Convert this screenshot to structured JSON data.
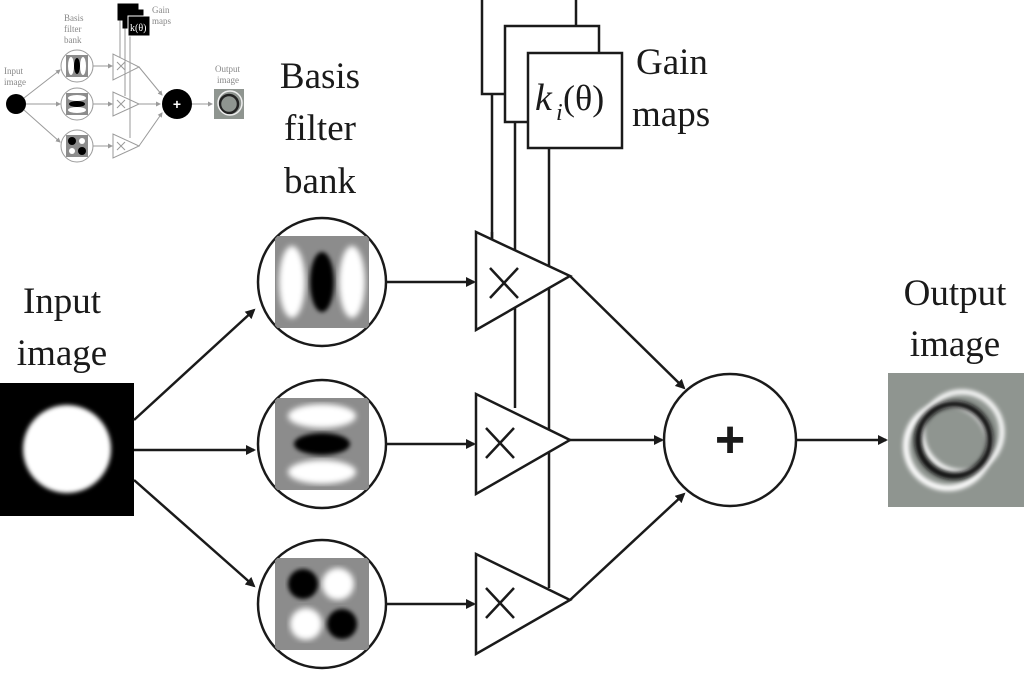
{
  "labels": {
    "input_line1": "Input",
    "input_line2": "image",
    "basis_line1": "Basis",
    "basis_line2": "filter",
    "basis_line3": "bank",
    "gain_line1": "Gain",
    "gain_line2": "maps",
    "output_line1": "Output",
    "output_line2": "image",
    "gain_symbol": "k",
    "gain_subscript": "i",
    "gain_arg": "(θ)",
    "sum_symbol": "+",
    "multiply_symbol": "×"
  },
  "thumbnail": {
    "input_line1": "Input",
    "input_line2": "image",
    "basis_line1": "Basis",
    "basis_line2": "filter",
    "basis_line3": "bank",
    "gain_line1": "Gain",
    "gain_line2": "maps",
    "output_line1": "Output",
    "output_line2": "image",
    "gain_text": "k(θ)",
    "sum_symbol": "+"
  },
  "colors": {
    "stroke": "#1a1a1a",
    "filter_gray": "#8c8c8c",
    "output_gray": "#8f9590",
    "thumb_stroke": "#9a9a9a"
  }
}
